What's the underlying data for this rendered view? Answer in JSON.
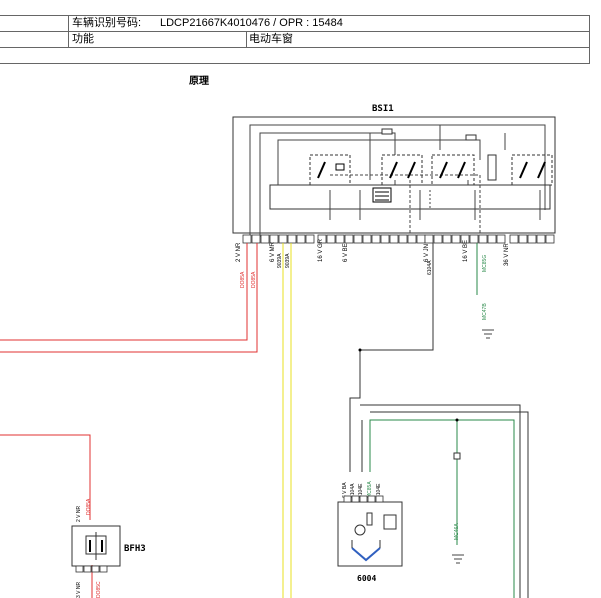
{
  "header": {
    "vin_label": "车辆识别号码:",
    "vin_value": "LDCP21667K4010476 / OPR : 15484",
    "function_label": "功能",
    "function_value": "电动车窗"
  },
  "section_title": "原理",
  "components": {
    "bsi": "BSI1",
    "bfh": "BFH3",
    "motor": "6004"
  },
  "bsi_pins": [
    "2 V NR",
    "6 V MR",
    "16 V GR",
    "6 V BE",
    "6 V JN",
    "16 V BE",
    "36 V NR"
  ],
  "wires": {
    "w1": "DO85A",
    "w2": "DO85A",
    "w3": "9039A",
    "w4": "9039A",
    "w5": "6104A",
    "w6": "MC85G",
    "w7": "MC47B",
    "w8": "MC46A",
    "w9": "6104A",
    "w10": "6104E",
    "w11": "MC85A",
    "w12": "DO85A",
    "w13": "DO85C"
  },
  "bfh_pins": {
    "top": "2 V NR",
    "bottom": "3 V NR"
  },
  "motor_pin": "6 V BA",
  "colors": {
    "red": "#e03030",
    "yellow": "#e8e020",
    "green": "#2a8a4a",
    "black": "#000000",
    "gray": "#555555"
  }
}
